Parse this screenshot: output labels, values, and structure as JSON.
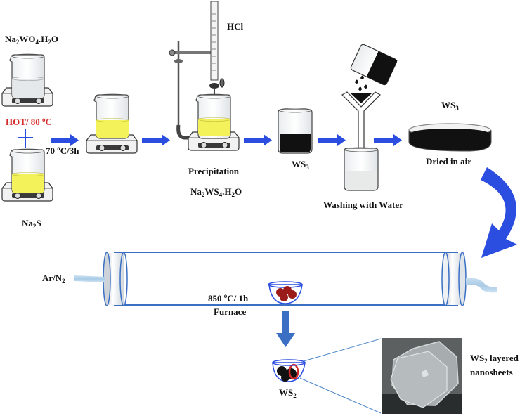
{
  "labels": {
    "reagent1": {
      "base": "Na",
      "s1": "2",
      "mid": "WO",
      "s2": "4",
      "mid2": ".H",
      "s3": "2",
      "end": "O"
    },
    "hot": {
      "pre": "HOT/ 80 ",
      "sup": "o",
      "post": "C"
    },
    "reagent2": {
      "base": "Na",
      "s1": "2",
      "end": "S"
    },
    "step1": {
      "pre": "70 ",
      "sup": "o",
      "post": "C/3h"
    },
    "acid": "HCl",
    "precipitation": "Precipitation",
    "intermediate": {
      "base": "Na",
      "s1": "2",
      "mid": "WS",
      "s2": "4",
      "mid2": ".H",
      "s3": "2",
      "end": "O"
    },
    "ws3_beaker": {
      "base": "WS",
      "s1": "3"
    },
    "washing": "Washing with Water",
    "ws3_dish": {
      "base": "WS",
      "s1": "3"
    },
    "dried": "Dried in air",
    "gas": {
      "base": "Ar/N",
      "s1": "2"
    },
    "furnace_temp": {
      "pre": "850 ",
      "sup": "o",
      "post": "C/ 1h"
    },
    "furnace": "Furnace",
    "product": {
      "base": "WS",
      "s1": "2"
    },
    "nanosheets_line1": {
      "base": "WS",
      "s1": "2",
      "post": " layered"
    },
    "nanosheets_line2": "nanosheets"
  },
  "colors": {
    "arrow": "#2b4de0",
    "label_red": "#d42a2a",
    "yellow_solution": "#f4f25a",
    "tube_line": "#3a6fc4",
    "crucible_red": "#9b1a1a"
  }
}
